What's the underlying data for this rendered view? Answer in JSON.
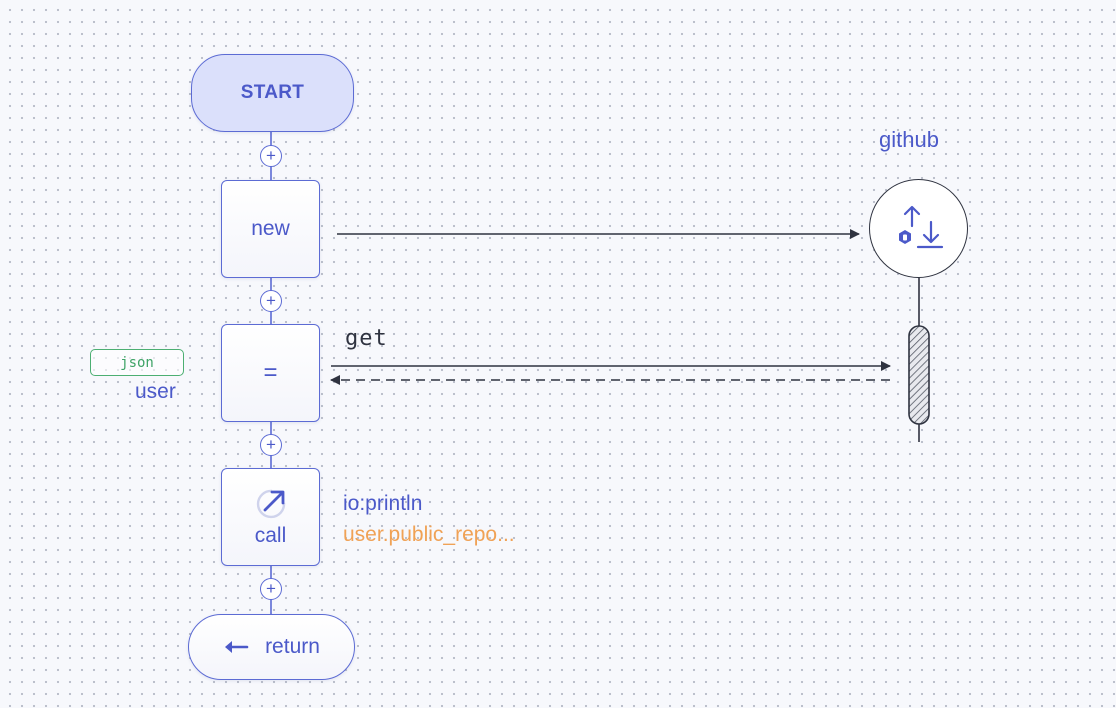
{
  "start": {
    "label": "START"
  },
  "blocks": {
    "new": {
      "label": "new"
    },
    "assign": {
      "label": "=",
      "variable": "user",
      "type": "json"
    },
    "call": {
      "label": "call",
      "function": "io:println",
      "argument": "user.public_repo..."
    },
    "return": {
      "label": "return"
    }
  },
  "insert_button": {
    "symbol": "+"
  },
  "endpoint": {
    "name": "github"
  },
  "action": {
    "method": "get"
  },
  "colors": {
    "accent": "#5c6bd4",
    "start_fill": "#dbe0fb",
    "type_tag": "#4caf72",
    "argument": "#f0a256",
    "line": "#2f3340"
  },
  "icons": {
    "call": "external-call-icon",
    "return": "arrow-left-icon",
    "endpoint": "http-client-icon"
  }
}
